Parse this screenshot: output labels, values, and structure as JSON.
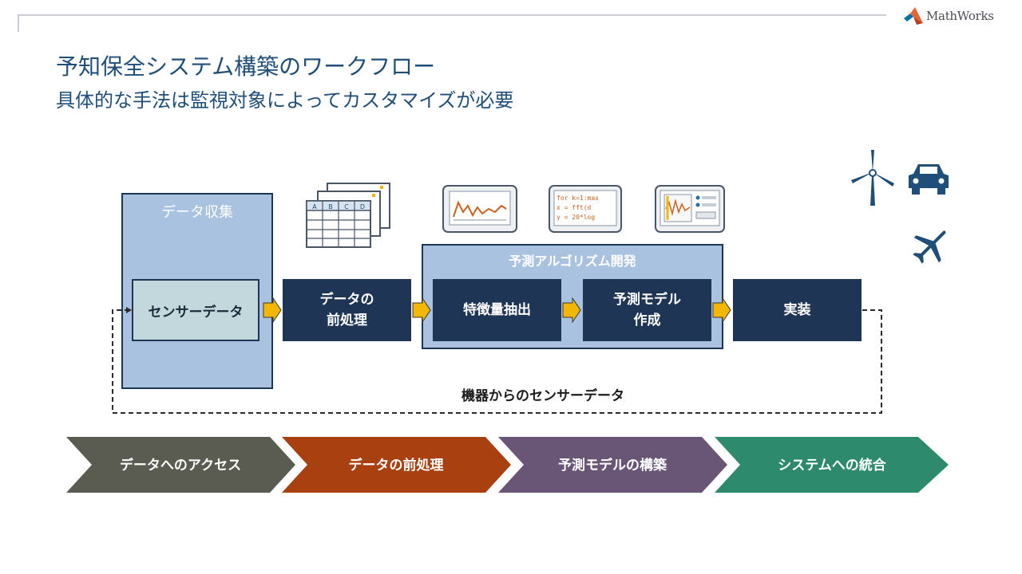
{
  "header": {
    "logo_text": "MathWorks",
    "title": "予知保全システム構築のワークフロー",
    "subtitle": "具体的な手法は監視対象によってカスタマイズが必要"
  },
  "diagram": {
    "collect_label": "データ収集",
    "sensor_label": "センサーデータ",
    "preprocess_label_line1": "データの",
    "preprocess_label_line2": "前処理",
    "algorithm_label": "予測アルゴリズム開発",
    "feature_label": "特徴量抽出",
    "model_label_line1": "予測モデル",
    "model_label_line2": "作成",
    "implement_label": "実装",
    "loop_label": "機器からのセンサーデータ",
    "code_lines": [
      "for k=1:max",
      "  x = fft(d",
      "  y = 20*log"
    ],
    "spreadsheet_cols": [
      "A",
      "B",
      "C",
      "D"
    ]
  },
  "stages": [
    {
      "label": "データへのアクセス",
      "color": "#5a5c52"
    },
    {
      "label": "データの前処理",
      "color": "#a8400f"
    },
    {
      "label": "予測モデルの構築",
      "color": "#695575"
    },
    {
      "label": "システムへの統合",
      "color": "#2e8a6c"
    }
  ],
  "colors": {
    "dark_box": "#1f3555",
    "light_box": "#a9c2e0",
    "arrow": "#f2b705",
    "title": "#1f4e79"
  },
  "icons": [
    "wind-turbine-icon",
    "car-icon",
    "airplane-icon",
    "spreadsheet-icon",
    "chart-monitor-icon",
    "code-monitor-icon",
    "app-monitor-icon"
  ]
}
